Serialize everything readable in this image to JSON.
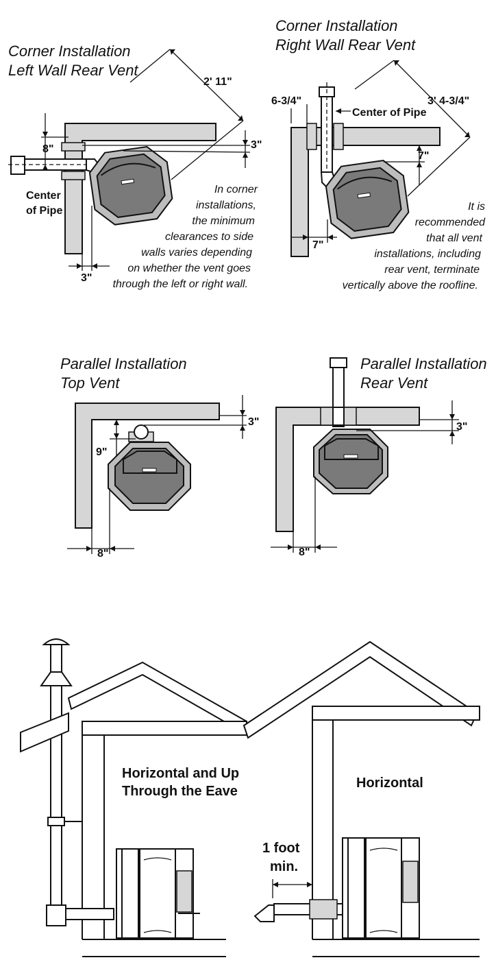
{
  "panel_corner_left": {
    "title_line1": "Corner Installation",
    "title_line2": "Left Wall Rear Vent",
    "dim_diagonal": "2' 11\"",
    "dim_back": "3\"",
    "dim_pipe": "8\"",
    "dim_side": "3\"",
    "center_line1": "Center",
    "center_line2": "of Pipe",
    "note_lines": [
      "In corner",
      "installations,",
      "the minimum",
      "clearances to side",
      "walls varies depending",
      "on whether the vent goes",
      "through the left or right wall."
    ]
  },
  "panel_corner_right": {
    "title_line1": "Corner Installation",
    "title_line2": "Right Wall Rear Vent",
    "dim_pipe": "6-3/4\"",
    "center_label": "Center of Pipe",
    "dim_diagonal": "3' 4-3/4\"",
    "dim_back": "7\"",
    "dim_side": "7\"",
    "note_lines": [
      "It is",
      "recommended",
      "that all vent",
      "installations, including",
      "rear vent, terminate",
      "vertically above the roofline."
    ]
  },
  "panel_parallel_top": {
    "title_line1": "Parallel Installation",
    "title_line2": "Top Vent",
    "dim_back": "3\"",
    "dim_pipe": "9\"",
    "dim_side": "8\""
  },
  "panel_parallel_rear": {
    "title_line1": "Parallel Installation",
    "title_line2": "Rear Vent",
    "dim_back": "3\"",
    "dim_side": "8\""
  },
  "panel_horizontal_eave": {
    "label_line1": "Horizontal and Up",
    "label_line2": "Through the Eave"
  },
  "panel_horizontal": {
    "label": "Horizontal",
    "min_line1": "1 foot",
    "min_line2": "min."
  }
}
